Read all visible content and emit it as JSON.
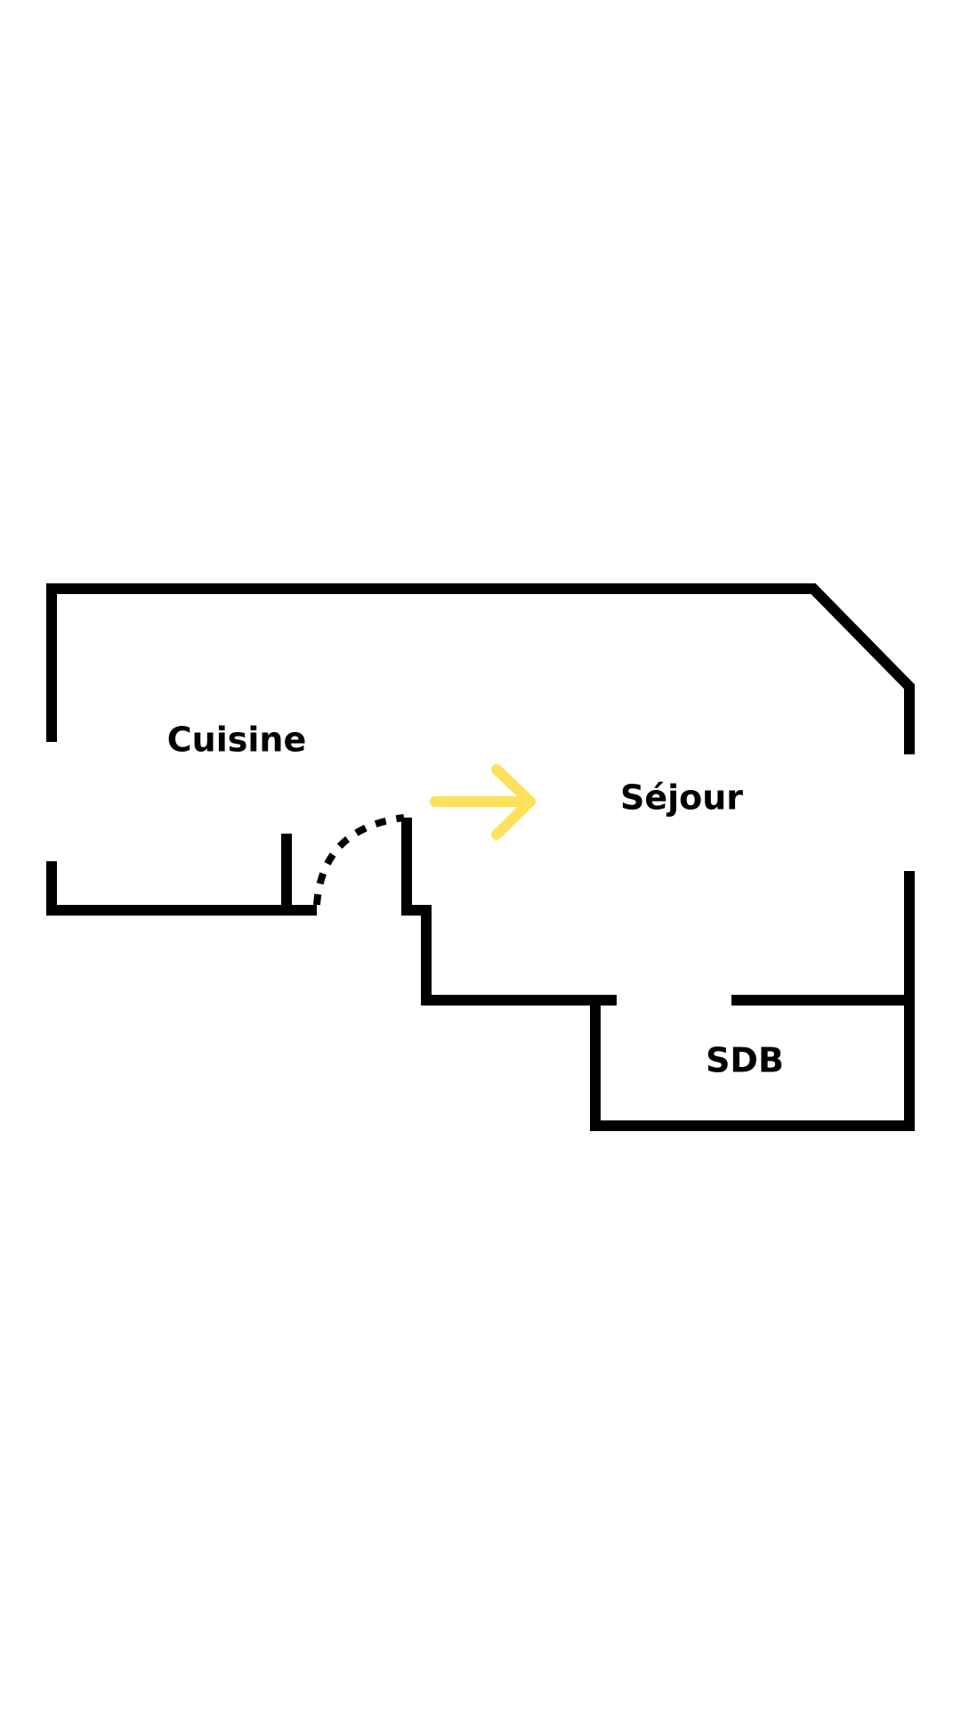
{
  "rooms": {
    "kitchen": "Cuisine",
    "living": "Séjour",
    "bathroom": "SDB"
  },
  "colors": {
    "walls": "#000000",
    "arrow": "#FDE05C",
    "background": "#FFFFFF"
  }
}
